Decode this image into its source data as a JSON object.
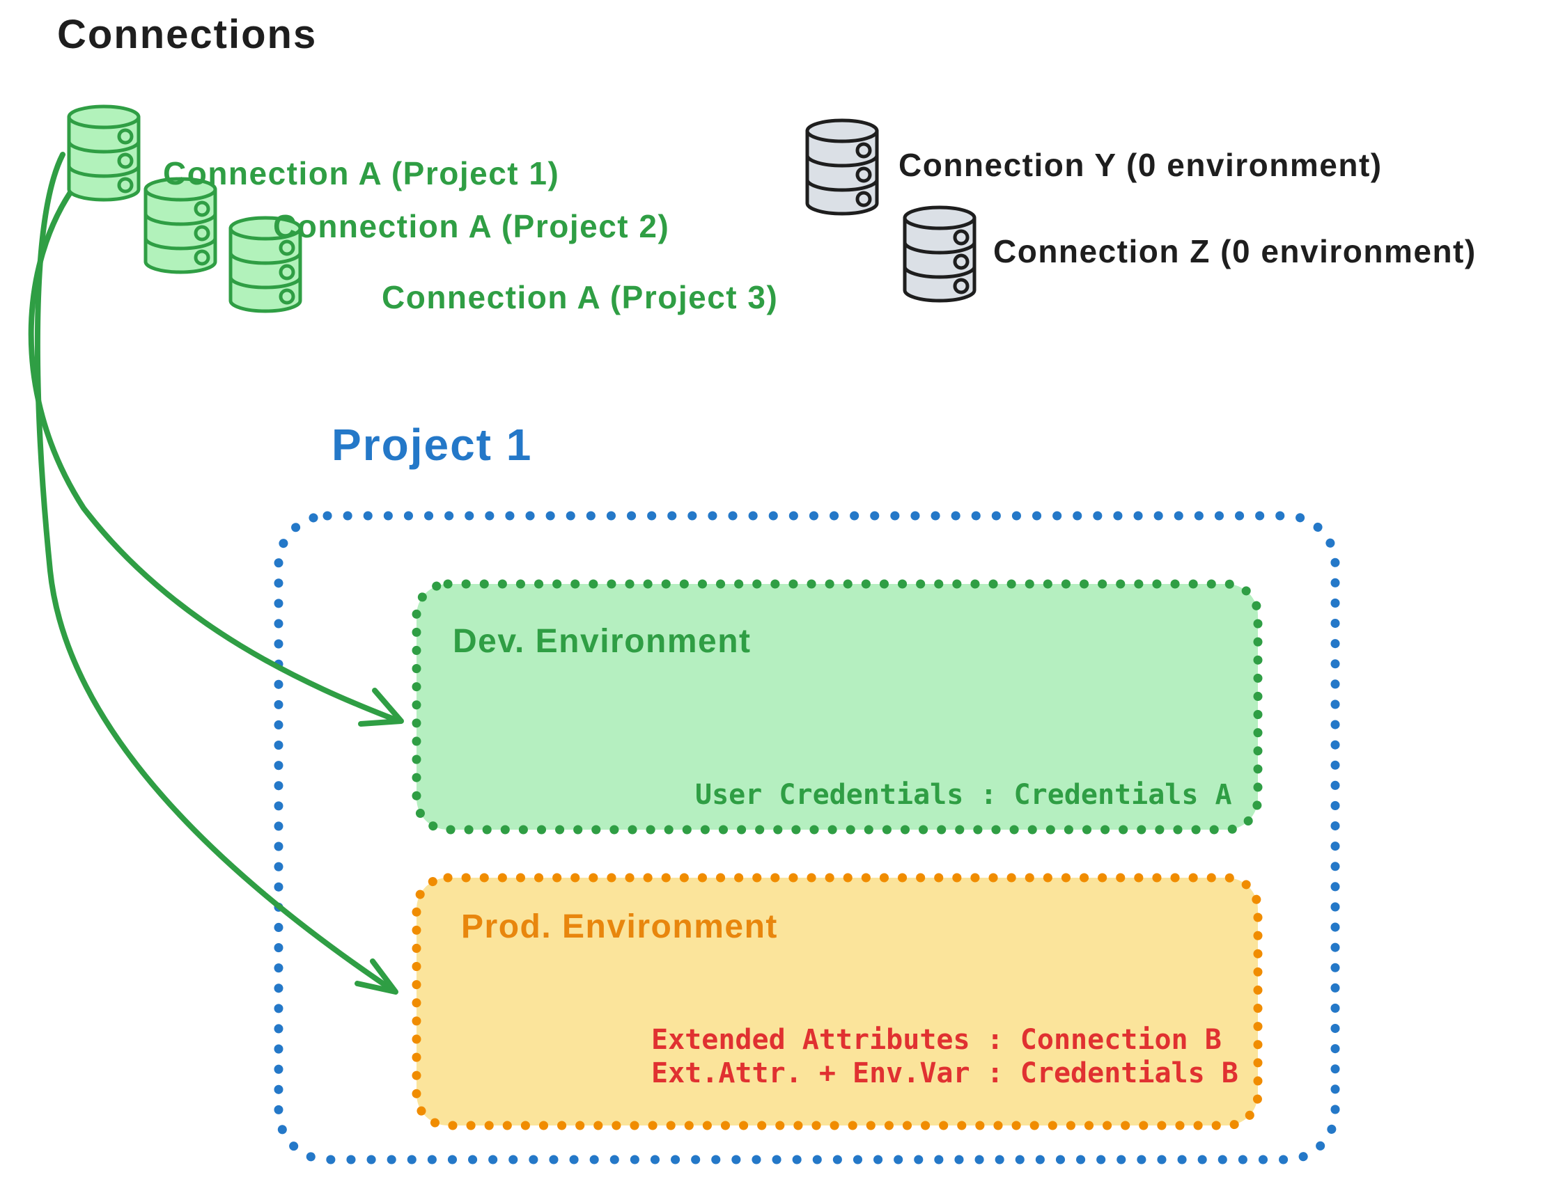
{
  "title": "Connections",
  "colors": {
    "ink_black": "#1e1e1e",
    "green_stroke": "#2f9e44",
    "green_fill": "#b2f2bb",
    "dev_box_fill": "#b5efc0",
    "blue_stroke": "#2478c8",
    "orange_stroke": "#f08c00",
    "prod_box_fill": "#fbe49b",
    "red_text": "#e03131",
    "gray_fill": "#dbe0e6"
  },
  "connections": {
    "project_connections": [
      {
        "label": "Connection A (Project 1)",
        "icon": "database-icon"
      },
      {
        "label": "Connection A (Project 2)",
        "icon": "database-icon"
      },
      {
        "label": "Connection A (Project 3)",
        "icon": "database-icon"
      }
    ],
    "unassigned_connections": [
      {
        "label": "Connection Y (0 environment)",
        "icon": "database-icon"
      },
      {
        "label": "Connection Z (0 environment)",
        "icon": "database-icon"
      }
    ]
  },
  "project": {
    "title": "Project 1",
    "environments": [
      {
        "name": "Dev. Environment",
        "credentials_line": "User Credentials : Credentials A"
      },
      {
        "name": "Prod. Environment",
        "lines": [
          "Extended Attributes : Connection B",
          "Ext.Attr. + Env.Var : Credentials B"
        ]
      }
    ]
  }
}
